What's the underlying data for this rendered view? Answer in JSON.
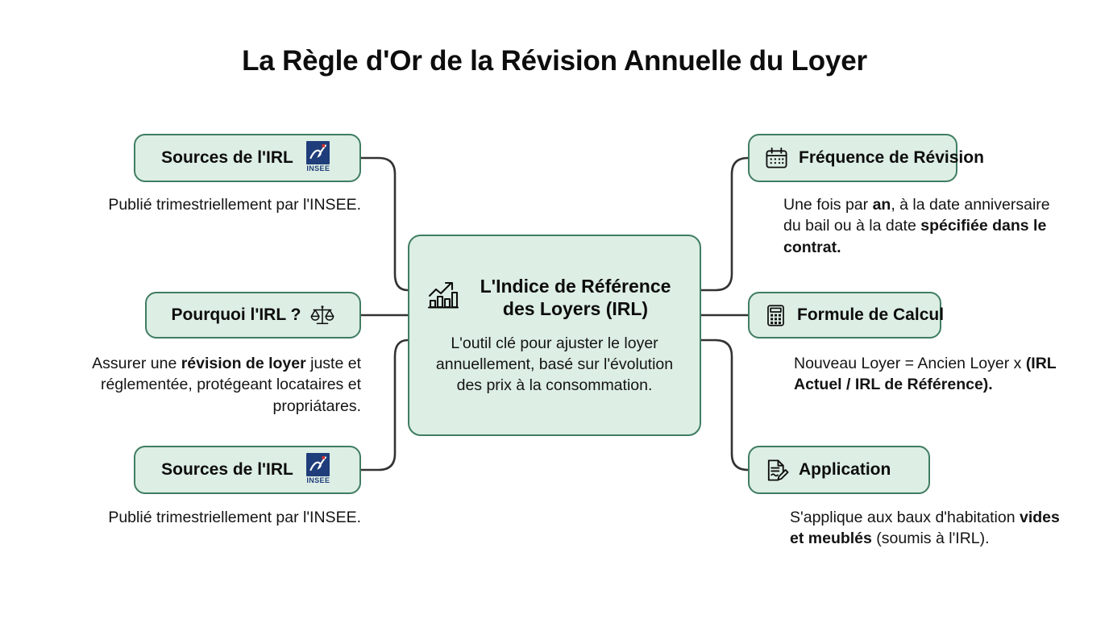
{
  "title": "La Règle d'Or de la Révision Annuelle du Loyer",
  "colors": {
    "node_fill": "#ddeee4",
    "node_border": "#3f7d62",
    "connector": "#333333",
    "text": "#111111",
    "insee_blue": "#1f3d7a",
    "insee_red": "#d4302a",
    "page_background": "#ffffff"
  },
  "central": {
    "icon": "bar-chart-growth-icon",
    "title": "L'Indice de Référence des Loyers (IRL)",
    "description": "L'outil clé pour ajuster le loyer annuellement, basé sur l'évolution des prix à la consommation."
  },
  "branches": {
    "left": [
      {
        "id": "sources-irl-top",
        "label": "Sources de l'IRL",
        "icon": "insee-logo-icon",
        "caption_html": "Publié trimestriellement par l'INSEE.",
        "caption_plain": "Publié trimestriellement par l'INSEE."
      },
      {
        "id": "pourquoi-irl",
        "label": "Pourquoi l'IRL ?",
        "icon": "balance-scales-icon",
        "caption_html": "Assurer une <b>révision de loyer</b> juste et réglementée, protégeant locataires et propriátares.",
        "caption_plain": "Assurer une révision de loyer juste et réglementée, protégeant locataires et propriátares."
      },
      {
        "id": "sources-irl-bottom",
        "label": "Sources de l'IRL",
        "icon": "insee-logo-icon",
        "caption_html": "Publié trimestriellement par l'INSEE.",
        "caption_plain": "Publié trimestriellement par l'INSEE."
      }
    ],
    "right": [
      {
        "id": "frequence-revision",
        "label": "Fréquence de Révision",
        "icon": "calendar-icon",
        "caption_html": "Une fois par <b>an</b>, à la date anniversaire du bail ou à la date <b>spécifiée dans le contrat.</b>",
        "caption_plain": "Une fois par an, à la date anniversaire du bail ou à la date spécifiée dans le contrat."
      },
      {
        "id": "formule-calcul",
        "label": "Formule de Calcul",
        "icon": "calculator-icon",
        "caption_html": "Nouveau Loyer = Ancien Loyer x <b>(IRL Actuel / IRL de Référence).</b>",
        "caption_plain": "Nouveau Loyer = Ancien Loyer x (IRL Actuel / IRL de Référence)."
      },
      {
        "id": "application",
        "label": "Application",
        "icon": "document-signature-icon",
        "caption_html": "S'applique aux baux d'habitation <b>vides et meublés</b> (soumis à l'IRL).",
        "caption_plain": "S'applique aux baux d'habitation vides et meublés (soumis à l'IRL)."
      }
    ]
  },
  "insee_logo": {
    "wordmark": "INSEE"
  }
}
